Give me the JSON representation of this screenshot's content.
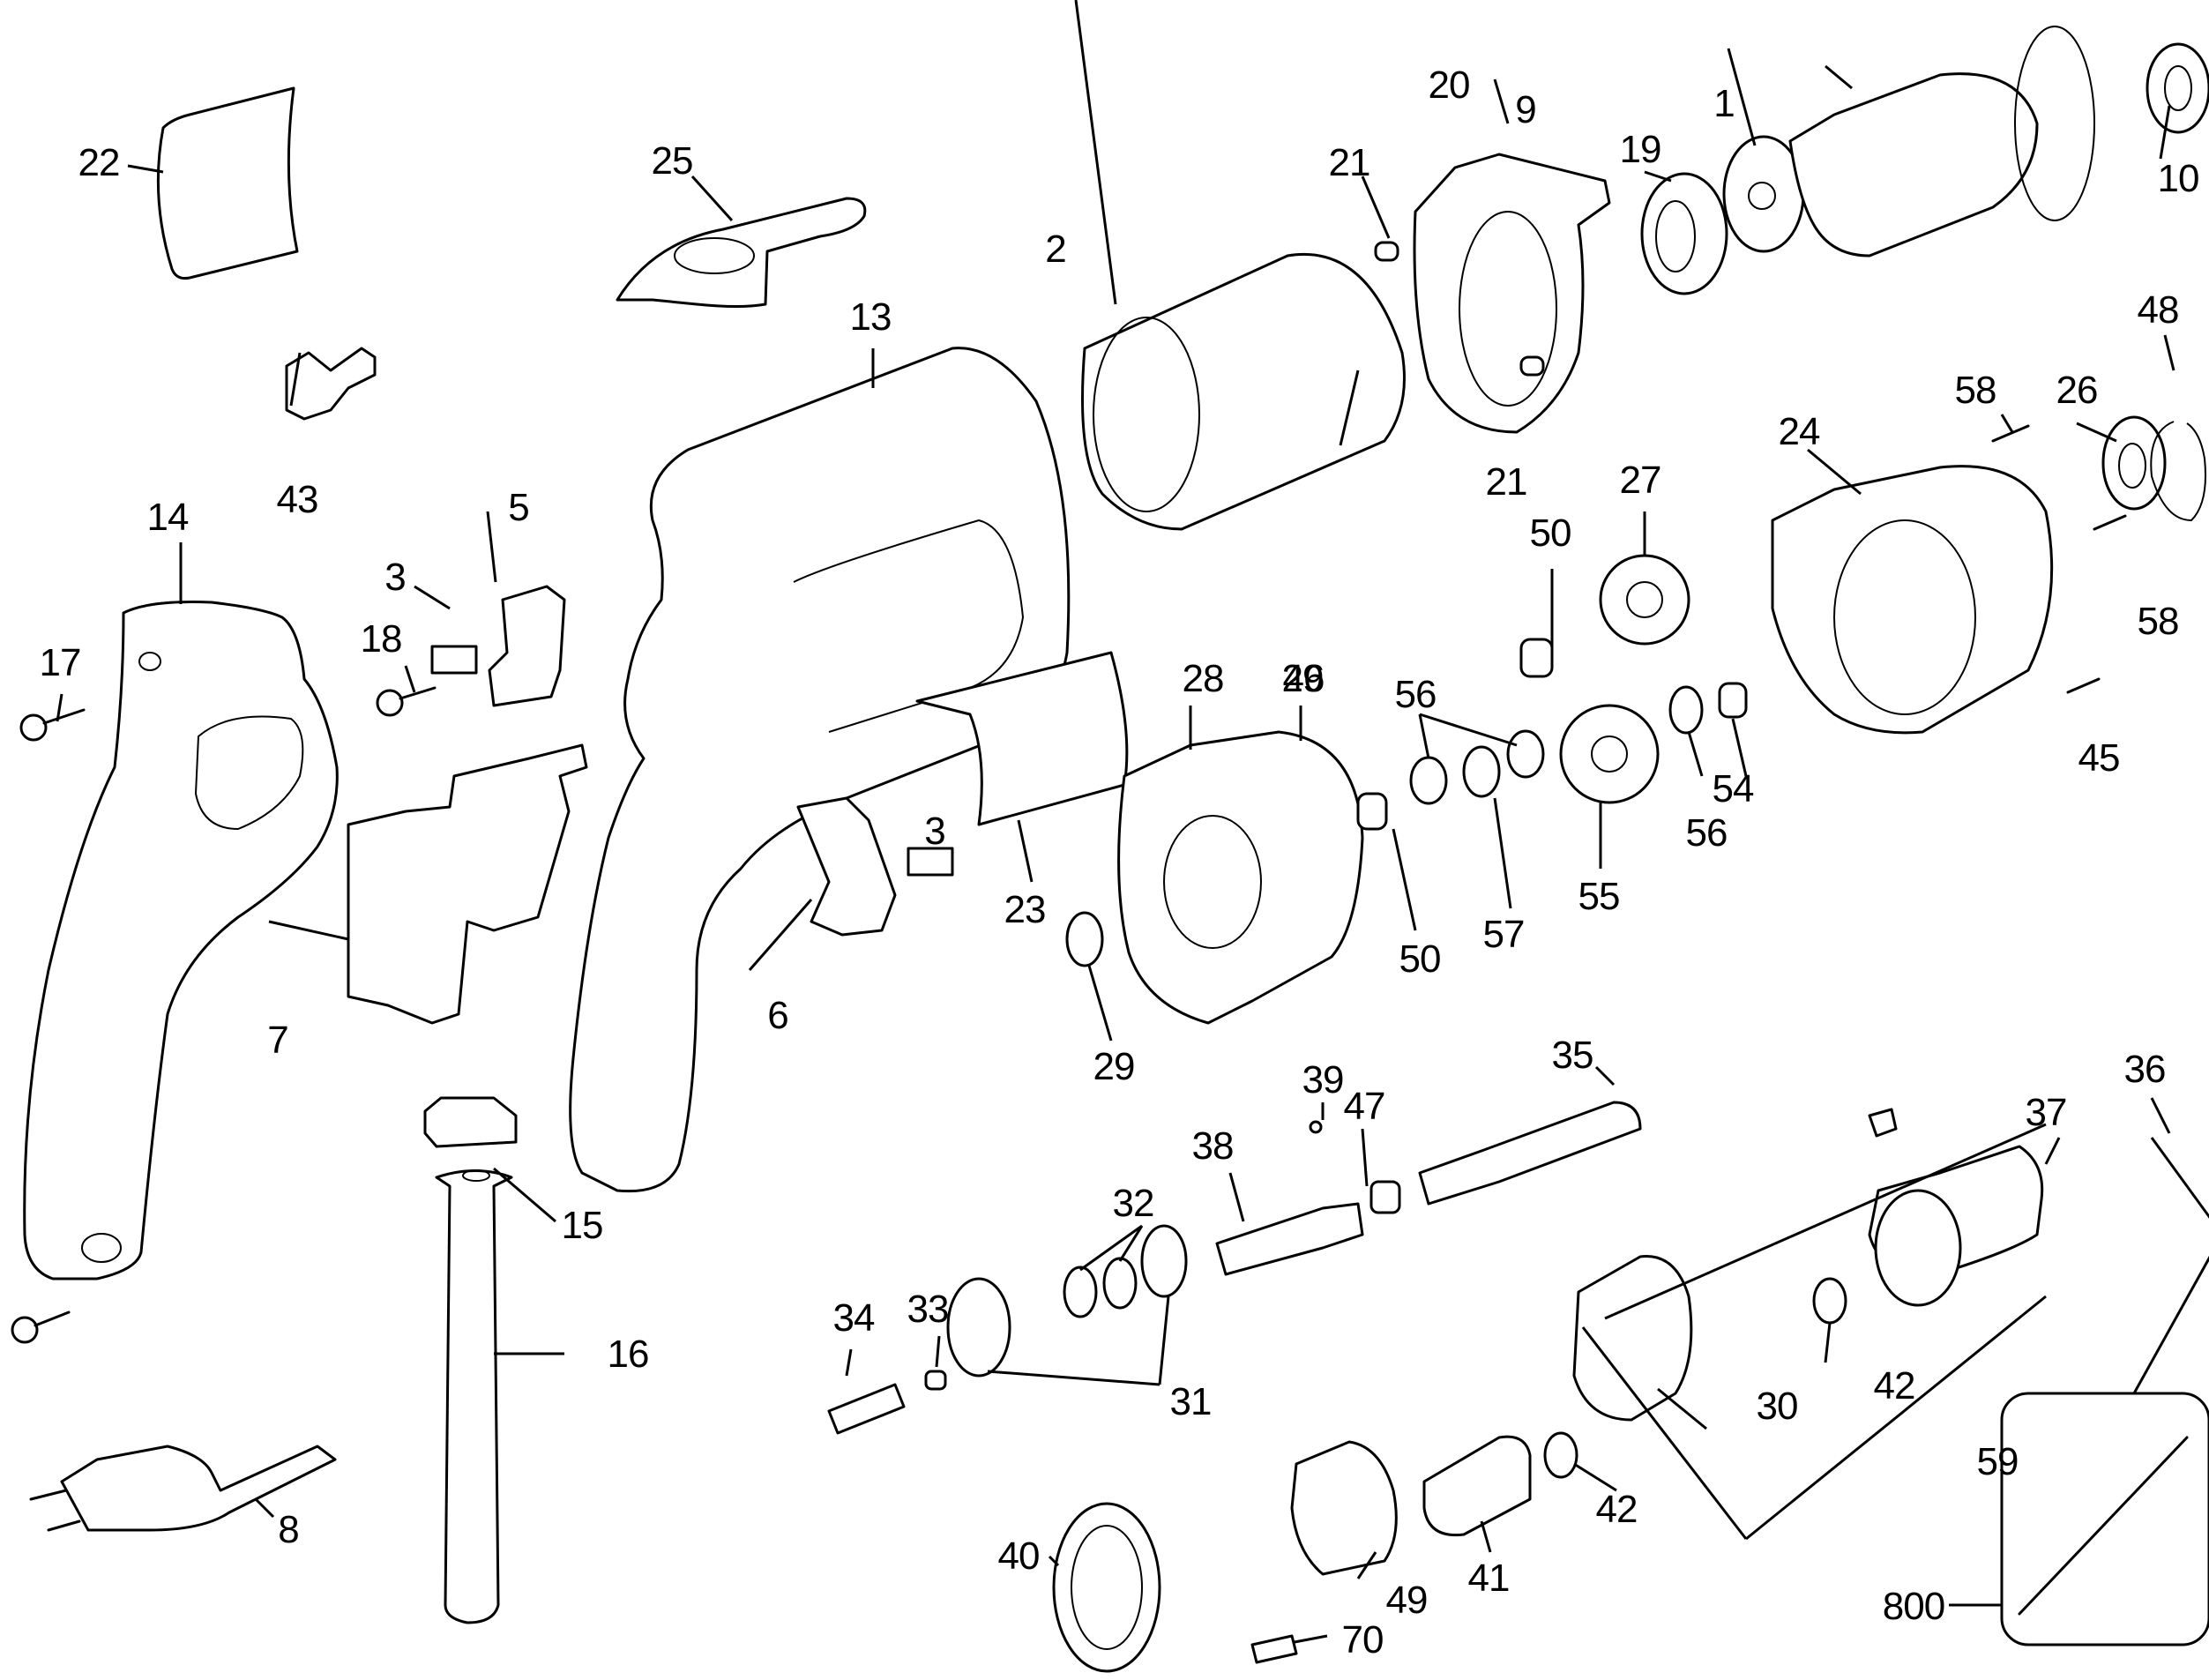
{
  "diagram": {
    "type": "exploded-parts-diagram",
    "subject": "electric screwdriver / drywall screw gun",
    "callouts": [
      {
        "id": "c1",
        "text": "1"
      },
      {
        "id": "c2",
        "text": "2"
      },
      {
        "id": "c3a",
        "text": "3"
      },
      {
        "id": "c3b",
        "text": "3"
      },
      {
        "id": "c5",
        "text": "5"
      },
      {
        "id": "c6",
        "text": "6"
      },
      {
        "id": "c7",
        "text": "7"
      },
      {
        "id": "c8",
        "text": "8"
      },
      {
        "id": "c9",
        "text": "9"
      },
      {
        "id": "c10",
        "text": "10"
      },
      {
        "id": "c13",
        "text": "13"
      },
      {
        "id": "c14",
        "text": "14"
      },
      {
        "id": "c15",
        "text": "15"
      },
      {
        "id": "c16",
        "text": "16"
      },
      {
        "id": "c17",
        "text": "17"
      },
      {
        "id": "c18",
        "text": "18"
      },
      {
        "id": "c19",
        "text": "19"
      },
      {
        "id": "c20",
        "text": "20"
      },
      {
        "id": "c21a",
        "text": "21"
      },
      {
        "id": "c21b",
        "text": "21"
      },
      {
        "id": "c22",
        "text": "22"
      },
      {
        "id": "c23",
        "text": "23"
      },
      {
        "id": "c24",
        "text": "24"
      },
      {
        "id": "c25",
        "text": "25"
      },
      {
        "id": "c26",
        "text": "26"
      },
      {
        "id": "c27",
        "text": "27"
      },
      {
        "id": "c28",
        "text": "28"
      },
      {
        "id": "c29",
        "text": "29"
      },
      {
        "id": "c30",
        "text": "30"
      },
      {
        "id": "c31",
        "text": "31"
      },
      {
        "id": "c32",
        "text": "32"
      },
      {
        "id": "c33",
        "text": "33"
      },
      {
        "id": "c34",
        "text": "34"
      },
      {
        "id": "c35",
        "text": "35"
      },
      {
        "id": "c36",
        "text": "36"
      },
      {
        "id": "c37",
        "text": "37"
      },
      {
        "id": "c38",
        "text": "38"
      },
      {
        "id": "c39",
        "text": "39"
      },
      {
        "id": "c40",
        "text": "40"
      },
      {
        "id": "c41",
        "text": "41"
      },
      {
        "id": "c42a",
        "text": "42"
      },
      {
        "id": "c42b",
        "text": "42"
      },
      {
        "id": "c43",
        "text": "43"
      },
      {
        "id": "c45",
        "text": "45"
      },
      {
        "id": "c46",
        "text": "46"
      },
      {
        "id": "c47",
        "text": "47"
      },
      {
        "id": "c48",
        "text": "48"
      },
      {
        "id": "c49",
        "text": "49"
      },
      {
        "id": "c50a",
        "text": "50"
      },
      {
        "id": "c50b",
        "text": "50"
      },
      {
        "id": "c54",
        "text": "54"
      },
      {
        "id": "c55",
        "text": "55"
      },
      {
        "id": "c56a",
        "text": "56"
      },
      {
        "id": "c56b",
        "text": "56"
      },
      {
        "id": "c57",
        "text": "57"
      },
      {
        "id": "c58a",
        "text": "58"
      },
      {
        "id": "c58b",
        "text": "58"
      },
      {
        "id": "c59",
        "text": "59"
      },
      {
        "id": "c70",
        "text": "70"
      },
      {
        "id": "c800",
        "text": "800"
      }
    ]
  }
}
